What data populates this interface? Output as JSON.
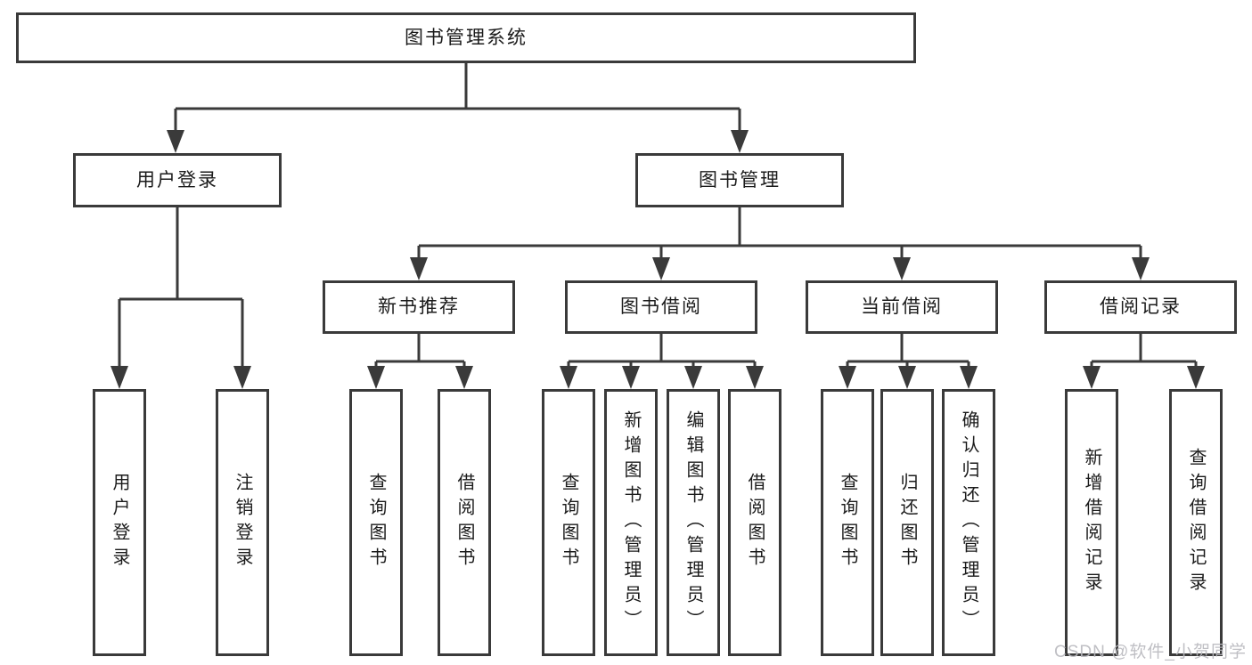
{
  "tree": {
    "root": "图书管理系统",
    "branches": [
      {
        "label": "用户登录",
        "children": [
          "用户登录",
          "注销登录"
        ]
      },
      {
        "label": "图书管理",
        "groups": [
          {
            "label": "新书推荐",
            "children": [
              "查询图书",
              "借阅图书"
            ]
          },
          {
            "label": "图书借阅",
            "children": [
              "查询图书",
              "新增图书（管理员）",
              "编辑图书（管理员）",
              "借阅图书"
            ]
          },
          {
            "label": "当前借阅",
            "children": [
              "查询图书",
              "归还图书",
              "确认归还（管理员）"
            ]
          },
          {
            "label": "借阅记录",
            "children": [
              "新增借阅记录",
              "查询借阅记录"
            ]
          }
        ]
      }
    ]
  },
  "colors": {
    "line": "#3a3a3a",
    "box_bg": "#ffffff",
    "watermark": "#b9b9be"
  },
  "watermark": "CSDN @软件_小贺同学"
}
